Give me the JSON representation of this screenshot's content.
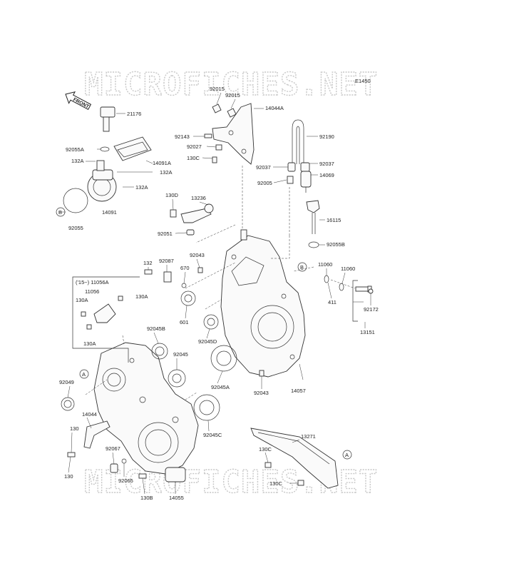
{
  "diagram_code": "E1450",
  "watermark": "MICROFICHES.NET",
  "front_label": "FRONT",
  "kit_label": "('15~) 11056A",
  "reference_markers": [
    "A",
    "B"
  ],
  "part_labels": [
    "21176",
    "92055A",
    "132A",
    "14091A",
    "132A",
    "132A",
    "14091",
    "92055",
    "92015",
    "92015",
    "14044A",
    "92143",
    "92027",
    "130C",
    "92190",
    "92037",
    "92037",
    "14069",
    "92005",
    "130D",
    "13236",
    "16115",
    "92055B",
    "92051",
    "92043",
    "132",
    "92087",
    "670",
    "11060",
    "11060",
    "411",
    "92172",
    "13151",
    "11056",
    "130A",
    "130A",
    "130A",
    "601",
    "92045B",
    "92045D",
    "92045",
    "92045A",
    "92043",
    "14057",
    "92049",
    "14044",
    "130",
    "130",
    "92067",
    "92065",
    "92045C",
    "13271",
    "130C",
    "130C",
    "130B",
    "14055"
  ]
}
